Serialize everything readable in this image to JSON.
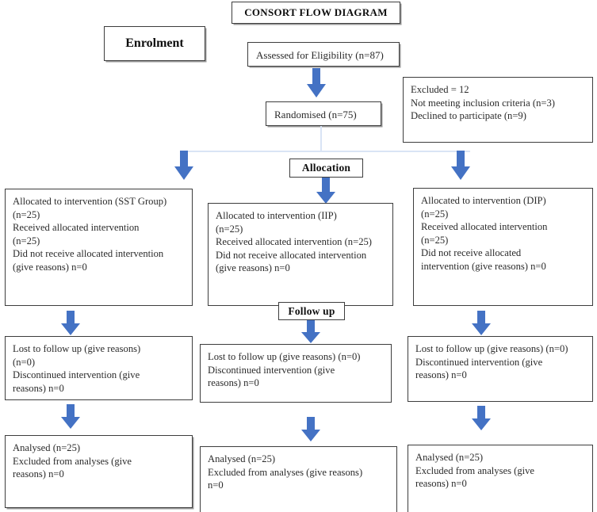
{
  "diagram": {
    "title": "CONSORT FLOW DIAGRAM",
    "accent_color": "#4472C4",
    "connector_color": "#d9e4f5",
    "box_border_color": "#3d3d3d"
  },
  "stage_labels": {
    "enrolment": "Enrolment",
    "allocation": "Allocation",
    "follow_up": "Follow up"
  },
  "enrollment": {
    "assessed": "Assessed for Eligibility (n=87)",
    "randomised": "Randomised (n=75)",
    "excluded": "Excluded = 12\nNot meeting inclusion criteria (n=3)\nDeclined to participate (n=9)"
  },
  "allocation": {
    "left": "Allocated to intervention (SST Group)\n(n=25)\nReceived allocated intervention\n(n=25)\nDid not receive allocated intervention\n(give reasons) n=0",
    "middle": "Allocated to intervention (IIP)\n(n=25)\nReceived allocated intervention (n=25)\nDid not receive allocated intervention\n(give reasons) n=0",
    "right": "Allocated to intervention (DIP)\n(n=25)\nReceived allocated intervention\n(n=25)\nDid not receive allocated\nintervention (give reasons) n=0"
  },
  "follow_up": {
    "left": "Lost to follow up (give reasons)\n(n=0)\nDiscontinued intervention (give\nreasons) n=0",
    "middle": "Lost to follow up (give reasons) (n=0)\nDiscontinued intervention (give\nreasons) n=0",
    "right": "Lost to follow up (give reasons) (n=0)\nDiscontinued intervention (give\nreasons) n=0"
  },
  "analysis": {
    "left": "Analysed (n=25)\nExcluded from analyses (give\nreasons) n=0",
    "middle": "Analysed (n=25)\nExcluded from analyses (give reasons)\nn=0",
    "right": "Analysed (n=25)\nExcluded from analyses (give\nreasons) n=0"
  }
}
